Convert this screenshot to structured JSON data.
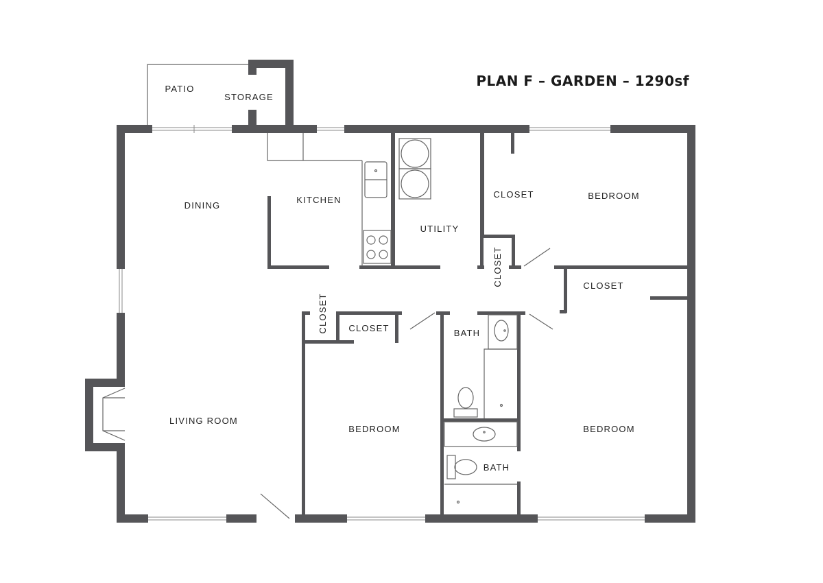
{
  "title": "PLAN F – GARDEN – 1290sf",
  "labels": {
    "patio": "PATIO",
    "storage": "STORAGE",
    "dining": "DINING",
    "kitchen": "KITCHEN",
    "utility": "UTILITY",
    "closet_master": "CLOSET",
    "bedroom_top_right": "BEDROOM",
    "closet_vertical_hall": "CLOSET",
    "closet_right": "CLOSET",
    "closet_vertical_left": "CLOSET",
    "closet_middle": "CLOSET",
    "bath_upper": "BATH",
    "living_room": "LIVING ROOM",
    "bedroom_middle": "BEDROOM",
    "bedroom_bottom_right": "BEDROOM",
    "bath_lower": "BATH"
  },
  "colors": {
    "wall": "#555558",
    "fixture": "#666666",
    "text": "#222222"
  }
}
